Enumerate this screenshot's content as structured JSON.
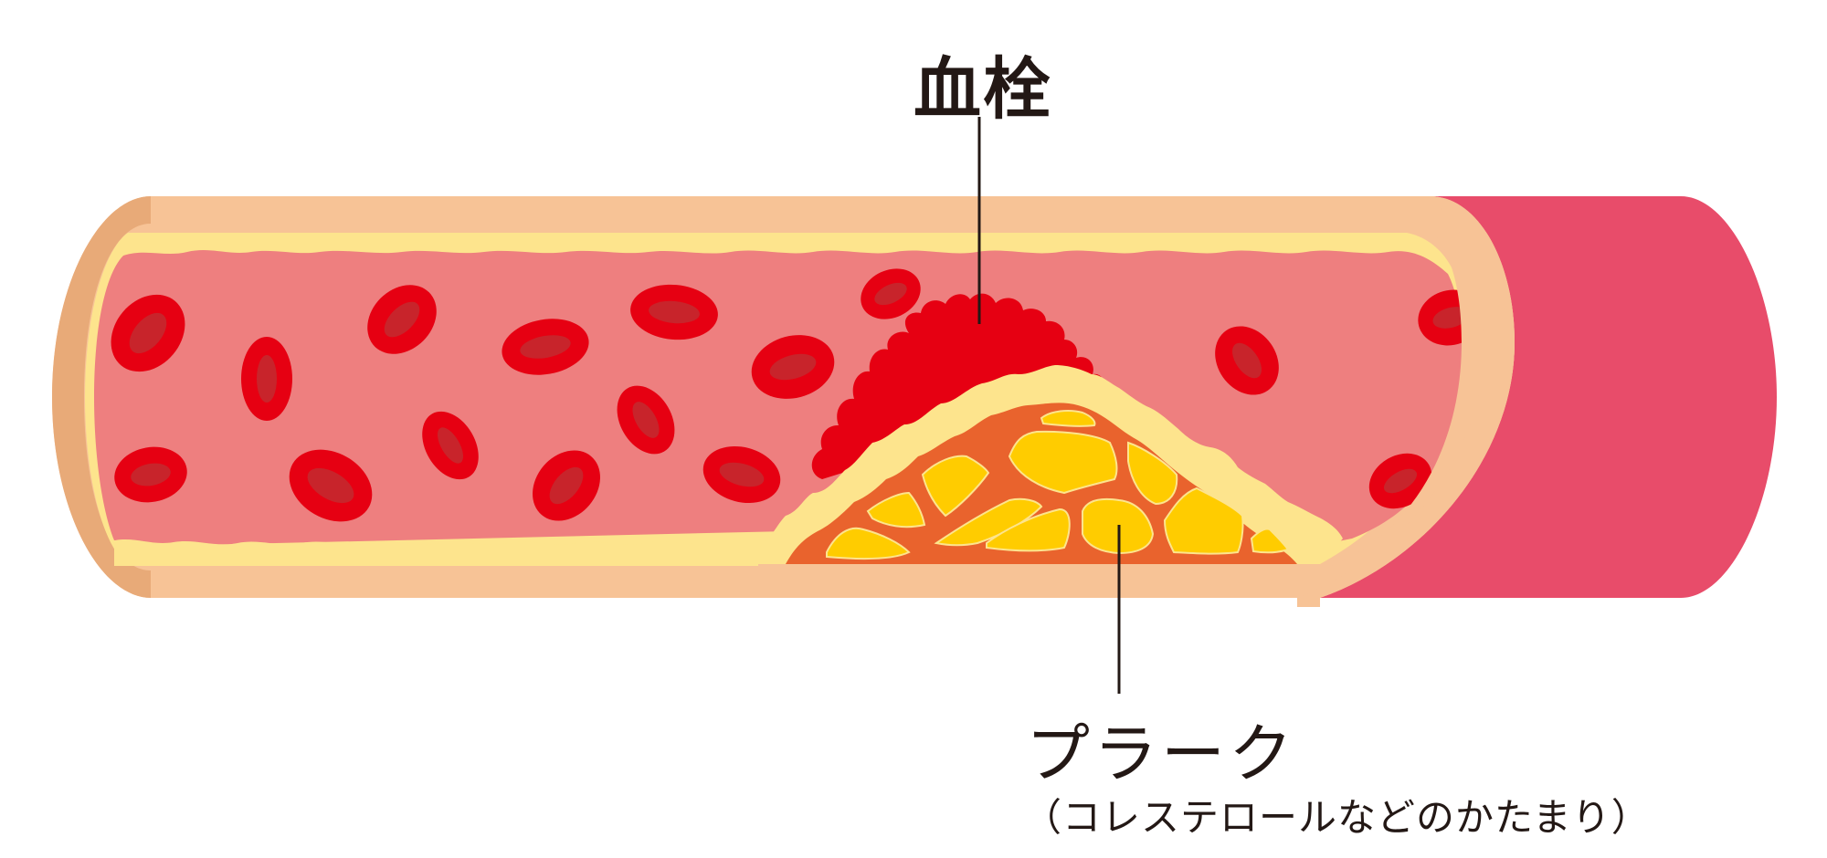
{
  "labels": {
    "thrombus": "血栓",
    "plaque": "プラーク",
    "plaque_note": "（コレステロールなどのかたまり）"
  },
  "colors": {
    "background": "#ffffff",
    "vessel_outer": "#e84c6a",
    "vessel_wall": "#f7c396",
    "vessel_rim_left": "#e8aa78",
    "endothelium": "#fde48d",
    "lumen": "#ee7f7f",
    "red_blood_cell": "#e60012",
    "red_blood_cell_center": "#c8242b",
    "thrombus": "#e60012",
    "plaque_base": "#e9632d",
    "plaque_lipid": "#ffcc00",
    "leader_line": "#231815",
    "text": "#231815"
  },
  "elements": {
    "vessel": "blood-vessel",
    "cells": "red-blood-cells",
    "clot": "thrombus",
    "deposit": "plaque"
  }
}
